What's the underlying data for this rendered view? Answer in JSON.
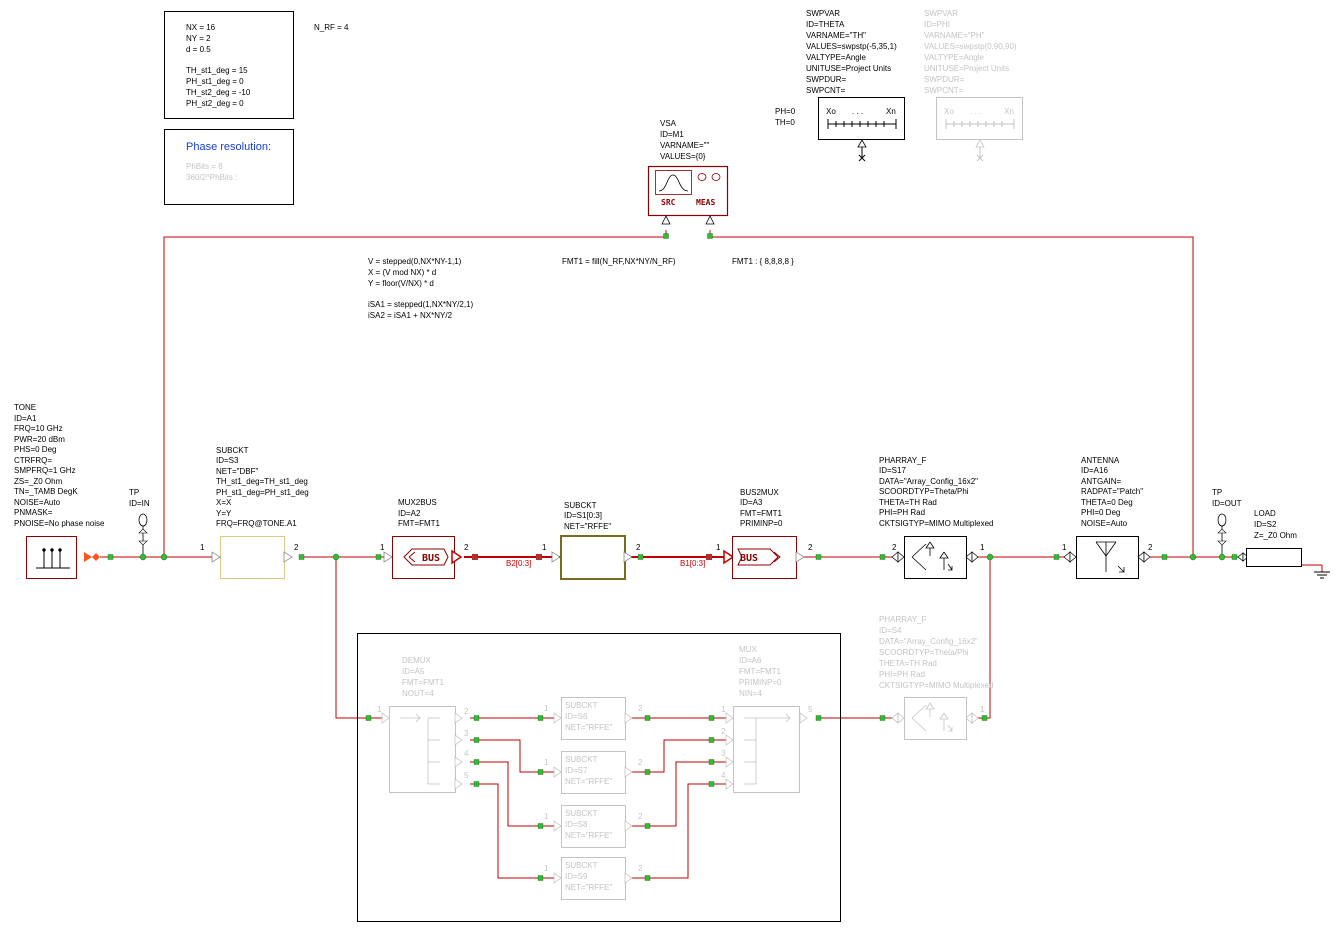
{
  "vars_box": [
    "NX = 16",
    "NY = 2",
    "d = 0.5",
    "",
    "TH_st1_deg = 15",
    "PH_st1_deg = 0",
    "TH_st2_deg = -10",
    "PH_st2_deg = 0"
  ],
  "nrf": "N_RF = 4",
  "phase_res": {
    "title": "Phase resolution:",
    "lines": [
      "PhBits = 8",
      "360/2^PhBits :"
    ]
  },
  "swpvar_theta": [
    "SWPVAR",
    "ID=THETA",
    "VARNAME=\"TH\"",
    "VALUES=swpstp(-5,35,1)",
    "VALTYPE=Angle",
    "UNITUSE=Project Units",
    "SWPDUR=",
    "SWPCNT="
  ],
  "swpvar_phi": [
    "SWPVAR",
    "ID=PHI",
    "VARNAME=\"PH\"",
    "VALUES=swpstp(0,90,90)",
    "VALTYPE=Angle",
    "UNITUSE=Project Units",
    "SWPDUR=",
    "SWPCNT="
  ],
  "ph_th": [
    "PH=0",
    "TH=0"
  ],
  "swp_axis": {
    "start": "Xo",
    "dots": ". . .",
    "end": "Xn"
  },
  "vsa": [
    "VSA",
    "ID=M1",
    "VARNAME=\"\"",
    "VALUES={0}"
  ],
  "vsa_labels": {
    "src": "SRC",
    "meas": "MEAS"
  },
  "equations": [
    "V = stepped(0,NX*NY-1,1)",
    "X = (V mod NX) * d",
    "Y = floor(V/NX) * d",
    "",
    "iSA1 = stepped(1,NX*NY/2,1)",
    "iSA2 = iSA1 + NX*NY/2"
  ],
  "fmt1_eq": "FMT1 = fill(N_RF,NX*NY/N_RF)",
  "fmt1_val": "FMT1 : { 8,8,8,8 }",
  "tone": [
    "TONE",
    "ID=A1",
    "FRQ=10 GHz",
    "PWR=20 dBm",
    "PHS=0 Deg",
    "CTRFRQ=",
    "SMPFRQ=1 GHz",
    "ZS=_Z0 Ohm",
    "TN=_TAMB DegK",
    "NOISE=Auto",
    "PNMASK=",
    "PNOISE=No phase noise"
  ],
  "tp_in": [
    "TP",
    "ID=IN"
  ],
  "subckt_s3": [
    "SUBCKT",
    "ID=S3",
    "NET=\"DBF\"",
    "TH_st1_deg=TH_st1_deg",
    "PH_st1_deg=PH_st1_deg",
    "X=X",
    "Y=Y",
    "FRQ=FRQ@TONE.A1"
  ],
  "mux2bus": [
    "MUX2BUS",
    "ID=A2",
    "FMT=FMT1"
  ],
  "subckt_s1": [
    "SUBCKT",
    "ID=S1[0:3]",
    "NET=\"RFFE\""
  ],
  "bus2mux": [
    "BUS2MUX",
    "ID=A3",
    "FMT=FMT1",
    "PRIMINP=0"
  ],
  "pharray_s17": [
    "PHARRAY_F",
    "ID=S17",
    "DATA=\"Array_Config_16x2\"",
    "SCOORDTYP=Theta/Phi",
    "THETA=TH Rad",
    "PHI=PH Rad",
    "CKTSIGTYP=MIMO Multiplexed"
  ],
  "antenna": [
    "ANTENNA",
    "ID=A16",
    "ANTGAIN=",
    "RADPAT=\"Patch\"",
    "THETA=0 Deg",
    "PHI=0 Deg",
    "NOISE=Auto"
  ],
  "tp_out": [
    "TP",
    "ID=OUT"
  ],
  "load": [
    "LOAD",
    "ID=S2",
    "Z=_Z0 Ohm"
  ],
  "bus_labels": {
    "b2": "B2[0:3]",
    "b1": "B1[0:3]",
    "bus": "BUS"
  },
  "pharray_s4": [
    "PHARRAY_F",
    "ID=S4",
    "DATA=\"Array_Config_16x2\"",
    "SCOORDTYP=Theta/Phi",
    "THETA=TH Rad",
    "PHI=PH Rad",
    "CKTSIGTYP=MIMO Multiplexed"
  ],
  "demux": [
    "DEMUX",
    "ID=A5",
    "FMT=FMT1",
    "NOUT=4"
  ],
  "mux": [
    "MUX",
    "ID=A6",
    "FMT=FMT1",
    "PRIMINP=0",
    "NIN=4"
  ],
  "subckt_s6": [
    "SUBCKT",
    "ID=S6",
    "NET=\"RFFE\""
  ],
  "subckt_s7": [
    "SUBCKT",
    "ID=S7",
    "NET=\"RFFE\""
  ],
  "subckt_s8": [
    "SUBCKT",
    "ID=S8",
    "NET=\"RFFE\""
  ],
  "subckt_s9": [
    "SUBCKT",
    "ID=S9",
    "NET=\"RFFE\""
  ],
  "pin_numbers": {
    "p1": "1",
    "p2": "2",
    "p3": "3",
    "p4": "4",
    "p5": "5"
  }
}
